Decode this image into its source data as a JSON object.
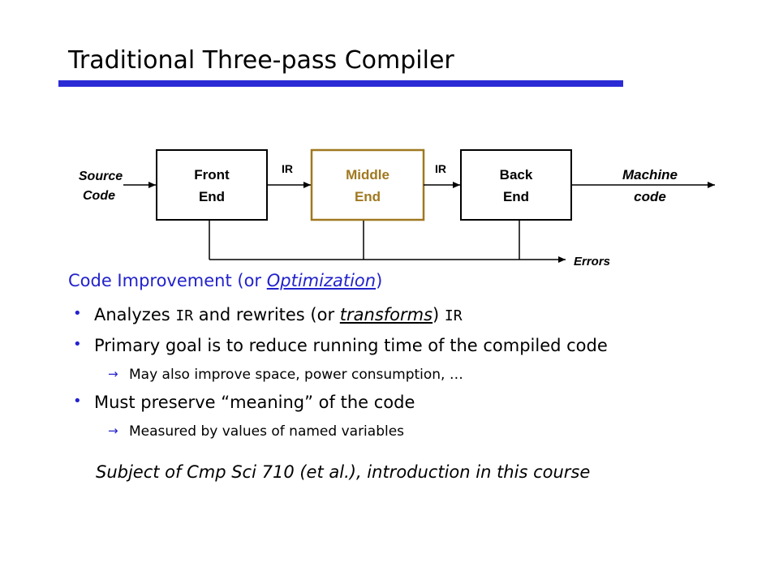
{
  "slide": {
    "title": "Traditional Three-pass Compiler"
  },
  "diagram": {
    "source_line1": "Source",
    "source_line2": "Code",
    "front_line1": "Front",
    "front_line2": "End",
    "ir1": "IR",
    "middle_line1": "Middle",
    "middle_line2": "End",
    "ir2": "IR",
    "back_line1": "Back",
    "back_line2": "End",
    "machine_line1": "Machine",
    "machine_line2": "code",
    "errors": "Errors",
    "middle_color": "#a07820"
  },
  "content": {
    "heading_pre": "Code Improvement (or ",
    "heading_em": "Optimization",
    "heading_post": ")",
    "b1_a": "Analyzes ",
    "b1_ir1": "IR",
    "b1_b": " and rewrites (or ",
    "b1_em": "transforms",
    "b1_c": ") ",
    "b1_ir2": "IR",
    "b2": "Primary goal is to reduce running time of the compiled code",
    "b2_sub": "May also improve space, power consumption, …",
    "b3": "Must preserve “meaning” of the code",
    "b3_sub": "Measured by values of named variables",
    "footer": "Subject of Cmp Sci 710 (et al.), introduction in this course"
  }
}
